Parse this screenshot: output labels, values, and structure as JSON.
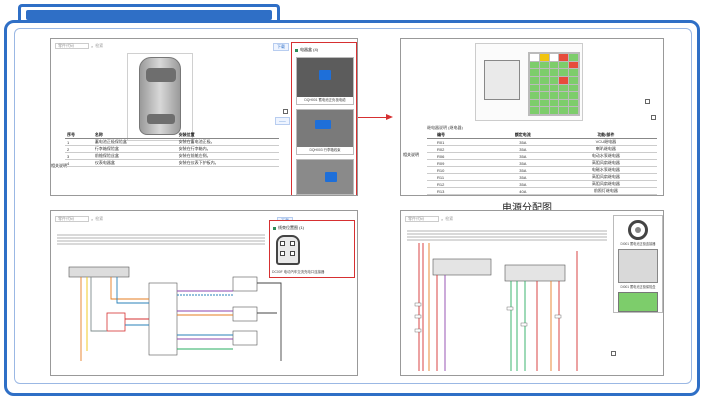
{
  "caption": "电源分配图",
  "panel1": {
    "search_placeholder": "零件代码",
    "search_label": "检索",
    "top_button": "下载",
    "relay_box_title": "电器盒 (4)",
    "photos": [
      {
        "caption": "DQH001 蓄电池正负极电缆"
      },
      {
        "caption": "DQH003 行李箱线束"
      },
      {
        "caption": ""
      }
    ],
    "side_label": "相关说明",
    "table": {
      "headers": [
        "序号",
        "名称",
        "安装位置"
      ],
      "rows": [
        [
          "1",
          "蓄电池正极保险盒",
          "安装在蓄电池正极。"
        ],
        [
          "2",
          "行李箱保险盒",
          "安装在行李箱内。"
        ],
        [
          "3",
          "前舱保险丝盒",
          "安装在前舱左侧。"
        ],
        [
          "4",
          "仪表电器盒",
          "安装在仪表下护板内。"
        ]
      ]
    }
  },
  "panel2": {
    "subtitle": "继电器说明 (继电器)",
    "side_label": "相关说明",
    "table": {
      "headers": [
        "编号",
        "额定电流",
        "功能/部件"
      ],
      "rows": [
        [
          "R01",
          "35A",
          "VCU继电器"
        ],
        [
          "R02",
          "35A",
          "喇叭继电器"
        ],
        [
          "R06",
          "35A",
          "电动水泵继电器"
        ],
        [
          "R09",
          "35A",
          "高阻风扇继电器"
        ],
        [
          "R10",
          "35A",
          "电磁水泵继电器"
        ],
        [
          "R11",
          "35A",
          "高阻风扇继电器"
        ],
        [
          "R12",
          "35A",
          "高阻风扇继电器"
        ],
        [
          "R13",
          "40A",
          "前照灯继电器"
        ],
        [
          "R14",
          "40A",
          "前照灯继电器"
        ]
      ]
    }
  },
  "panel3": {
    "search_placeholder": "零件代码",
    "search_label": "检索",
    "top_button": "下载",
    "connector_title": "线束位置图 (1)",
    "connector_caption": "DC00F 电动汽车交流充电口连接器"
  },
  "panel4": {
    "search_placeholder": "零件代码",
    "search_label": "检索",
    "card_captions": [
      "DI001 蓄电池正极连接器",
      "DI001 蓄电池正极保险盒"
    ]
  },
  "colors": {
    "frame_blue": "#2f6fc6",
    "highlight_red": "#d63031",
    "fuse_green": "#7dcd6b"
  }
}
